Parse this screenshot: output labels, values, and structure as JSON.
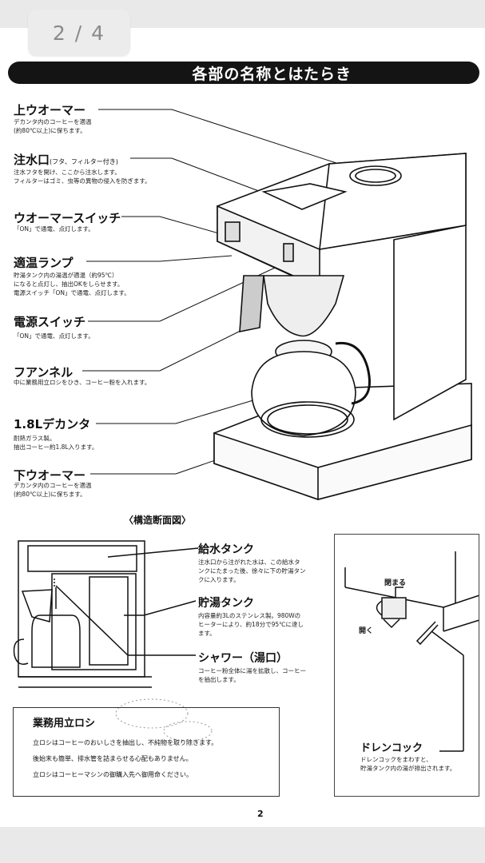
{
  "viewer": {
    "page_indicator": "2 / 4"
  },
  "manual": {
    "title": "各部の名称とはたらき",
    "parts": [
      {
        "name": "上ウオーマー",
        "name_note": "",
        "desc": "デカンタ内のコーヒーを適温\n(約80℃以上)に保ちます。"
      },
      {
        "name": "注水口",
        "name_note": "(フタ、フィルター付き)",
        "desc": "注水フタを開け、ここから注水します。\nフィルターはゴミ、虫等の異物の侵入を防ぎます。"
      },
      {
        "name": "ウオーマースイッチ",
        "name_note": "",
        "desc": "「ON」で通電、点灯します。"
      },
      {
        "name": "適温ランプ",
        "name_note": "",
        "desc": "貯湯タンク内の湯温が適温（約95℃）\nになると点灯し、抽出OKをしらせます。\n電源スイッチ「ON」で通電、点灯します。"
      },
      {
        "name": "電源スイッチ",
        "name_note": "",
        "desc": "「ON」で通電、点灯します。"
      },
      {
        "name": "フアンネル",
        "name_note": "",
        "desc": "中に業務用立ロシをひき、コーヒー粉を入れます。"
      },
      {
        "name": "1.8Lデカンタ",
        "name_note": "",
        "desc": "耐熱ガラス製。\n抽出コーヒー約1.8L入ります。"
      },
      {
        "name": "下ウオーマー",
        "name_note": "",
        "desc": "デカンタ内のコーヒーを適温\n(約80℃以上)に保ちます。"
      }
    ],
    "section_title": "〈構造断面図〉",
    "structure": [
      {
        "name": "給水タンク",
        "desc": "注水口から注がれた水は、この給水タ\nンクにたまった後、徐々に下の貯湯タン\nクに入ります。"
      },
      {
        "name": "貯湯タンク",
        "desc": "内容量約3Lのステンレス製。980Wの\nヒーターにより、約18分で95℃に達し\nます。"
      },
      {
        "name": "シャワー（湯口）",
        "desc": "コーヒー粉全体に湯を拡散し、コーヒー\nを抽出します。"
      }
    ],
    "note": {
      "title": "業務用立ロシ",
      "lines": [
        "立ロシはコーヒーのおいしさを抽出し、不純物を取り除きます。",
        "後始末も簡単、排水管を詰まらせる心配もありません。",
        "立ロシはコーヒーマシンの御購入先へ御用命ください。"
      ]
    },
    "drain": {
      "label_close": "閉まる",
      "label_open": "開く",
      "name": "ドレンコック",
      "desc": "ドレンコックをまわすと、\n貯湯タンク内の湯が排出されます。"
    },
    "page_number": "2"
  }
}
